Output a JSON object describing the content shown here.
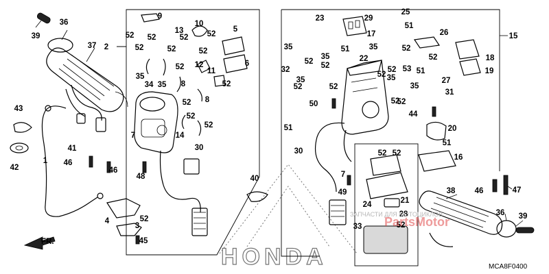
{
  "diagram": {
    "code": "MCA8F0400",
    "brand": "HONDA",
    "direction_label": "FR.",
    "watermark_text": "ЗАПЧАСТИ ДЛЯ МОТОЦИКЛОВ",
    "watermark_brand": "PartsMotor",
    "callouts": [
      {
        "id": "c1",
        "text": "1"
      },
      {
        "id": "c2",
        "text": "2"
      },
      {
        "id": "c3",
        "text": "3"
      },
      {
        "id": "c4",
        "text": "4"
      },
      {
        "id": "c5",
        "text": "5"
      },
      {
        "id": "c6",
        "text": "6"
      },
      {
        "id": "c7a",
        "text": "7"
      },
      {
        "id": "c7b",
        "text": "7"
      },
      {
        "id": "c8a",
        "text": "8"
      },
      {
        "id": "c8b",
        "text": "8"
      },
      {
        "id": "c9",
        "text": "9"
      },
      {
        "id": "c10",
        "text": "10"
      },
      {
        "id": "c11",
        "text": "11"
      },
      {
        "id": "c12",
        "text": "12"
      },
      {
        "id": "c13",
        "text": "13"
      },
      {
        "id": "c14",
        "text": "14"
      },
      {
        "id": "c15",
        "text": "15"
      },
      {
        "id": "c16",
        "text": "16"
      },
      {
        "id": "c17",
        "text": "17"
      },
      {
        "id": "c18",
        "text": "18"
      },
      {
        "id": "c19",
        "text": "19"
      },
      {
        "id": "c20",
        "text": "20"
      },
      {
        "id": "c21",
        "text": "21"
      },
      {
        "id": "c22",
        "text": "22"
      },
      {
        "id": "c23",
        "text": "23"
      },
      {
        "id": "c24",
        "text": "24"
      },
      {
        "id": "c25",
        "text": "25"
      },
      {
        "id": "c26",
        "text": "26"
      },
      {
        "id": "c27",
        "text": "27"
      },
      {
        "id": "c28",
        "text": "28"
      },
      {
        "id": "c29",
        "text": "29"
      },
      {
        "id": "c30a",
        "text": "30"
      },
      {
        "id": "c30b",
        "text": "30"
      },
      {
        "id": "c31",
        "text": "31"
      },
      {
        "id": "c32",
        "text": "32"
      },
      {
        "id": "c33",
        "text": "33"
      },
      {
        "id": "c34",
        "text": "34"
      },
      {
        "id": "c35a",
        "text": "35"
      },
      {
        "id": "c35b",
        "text": "35"
      },
      {
        "id": "c35c",
        "text": "35"
      },
      {
        "id": "c35d",
        "text": "35"
      },
      {
        "id": "c35e",
        "text": "35"
      },
      {
        "id": "c35f",
        "text": "35"
      },
      {
        "id": "c35g",
        "text": "35"
      },
      {
        "id": "c35h",
        "text": "35"
      },
      {
        "id": "c36a",
        "text": "36"
      },
      {
        "id": "c36b",
        "text": "36"
      },
      {
        "id": "c37",
        "text": "37"
      },
      {
        "id": "c38",
        "text": "38"
      },
      {
        "id": "c39a",
        "text": "39"
      },
      {
        "id": "c39b",
        "text": "39"
      },
      {
        "id": "c40",
        "text": "40"
      },
      {
        "id": "c41",
        "text": "41"
      },
      {
        "id": "c42",
        "text": "42"
      },
      {
        "id": "c43",
        "text": "43"
      },
      {
        "id": "c44",
        "text": "44"
      },
      {
        "id": "c45",
        "text": "45"
      },
      {
        "id": "c46a",
        "text": "46"
      },
      {
        "id": "c46b",
        "text": "46"
      },
      {
        "id": "c46c",
        "text": "46"
      },
      {
        "id": "c47",
        "text": "47"
      },
      {
        "id": "c48",
        "text": "48"
      },
      {
        "id": "c49",
        "text": "49"
      },
      {
        "id": "c50",
        "text": "50"
      },
      {
        "id": "c51a",
        "text": "51"
      },
      {
        "id": "c51b",
        "text": "51"
      },
      {
        "id": "c51c",
        "text": "51"
      },
      {
        "id": "c51d",
        "text": "51"
      },
      {
        "id": "c51e",
        "text": "51"
      },
      {
        "id": "c52a",
        "text": "52"
      },
      {
        "id": "c52b",
        "text": "52"
      },
      {
        "id": "c52c",
        "text": "52"
      },
      {
        "id": "c52d",
        "text": "52"
      },
      {
        "id": "c52e",
        "text": "52"
      },
      {
        "id": "c52f",
        "text": "52"
      },
      {
        "id": "c52g",
        "text": "52"
      },
      {
        "id": "c52h",
        "text": "52"
      },
      {
        "id": "c52i",
        "text": "52"
      },
      {
        "id": "c52j",
        "text": "52"
      },
      {
        "id": "c52k",
        "text": "52"
      },
      {
        "id": "c52l",
        "text": "52"
      },
      {
        "id": "c52m",
        "text": "52"
      },
      {
        "id": "c52n",
        "text": "52"
      },
      {
        "id": "c52o",
        "text": "52"
      },
      {
        "id": "c52p",
        "text": "52"
      },
      {
        "id": "c52q",
        "text": "52"
      },
      {
        "id": "c52r",
        "text": "52"
      },
      {
        "id": "c52s",
        "text": "52"
      },
      {
        "id": "c52t",
        "text": "52"
      },
      {
        "id": "c52u",
        "text": "52"
      },
      {
        "id": "c52v",
        "text": "52"
      },
      {
        "id": "c52w",
        "text": "52"
      },
      {
        "id": "c52x",
        "text": "52"
      },
      {
        "id": "c52y",
        "text": "52"
      },
      {
        "id": "c52z",
        "text": "52"
      },
      {
        "id": "c53",
        "text": "53"
      }
    ]
  }
}
